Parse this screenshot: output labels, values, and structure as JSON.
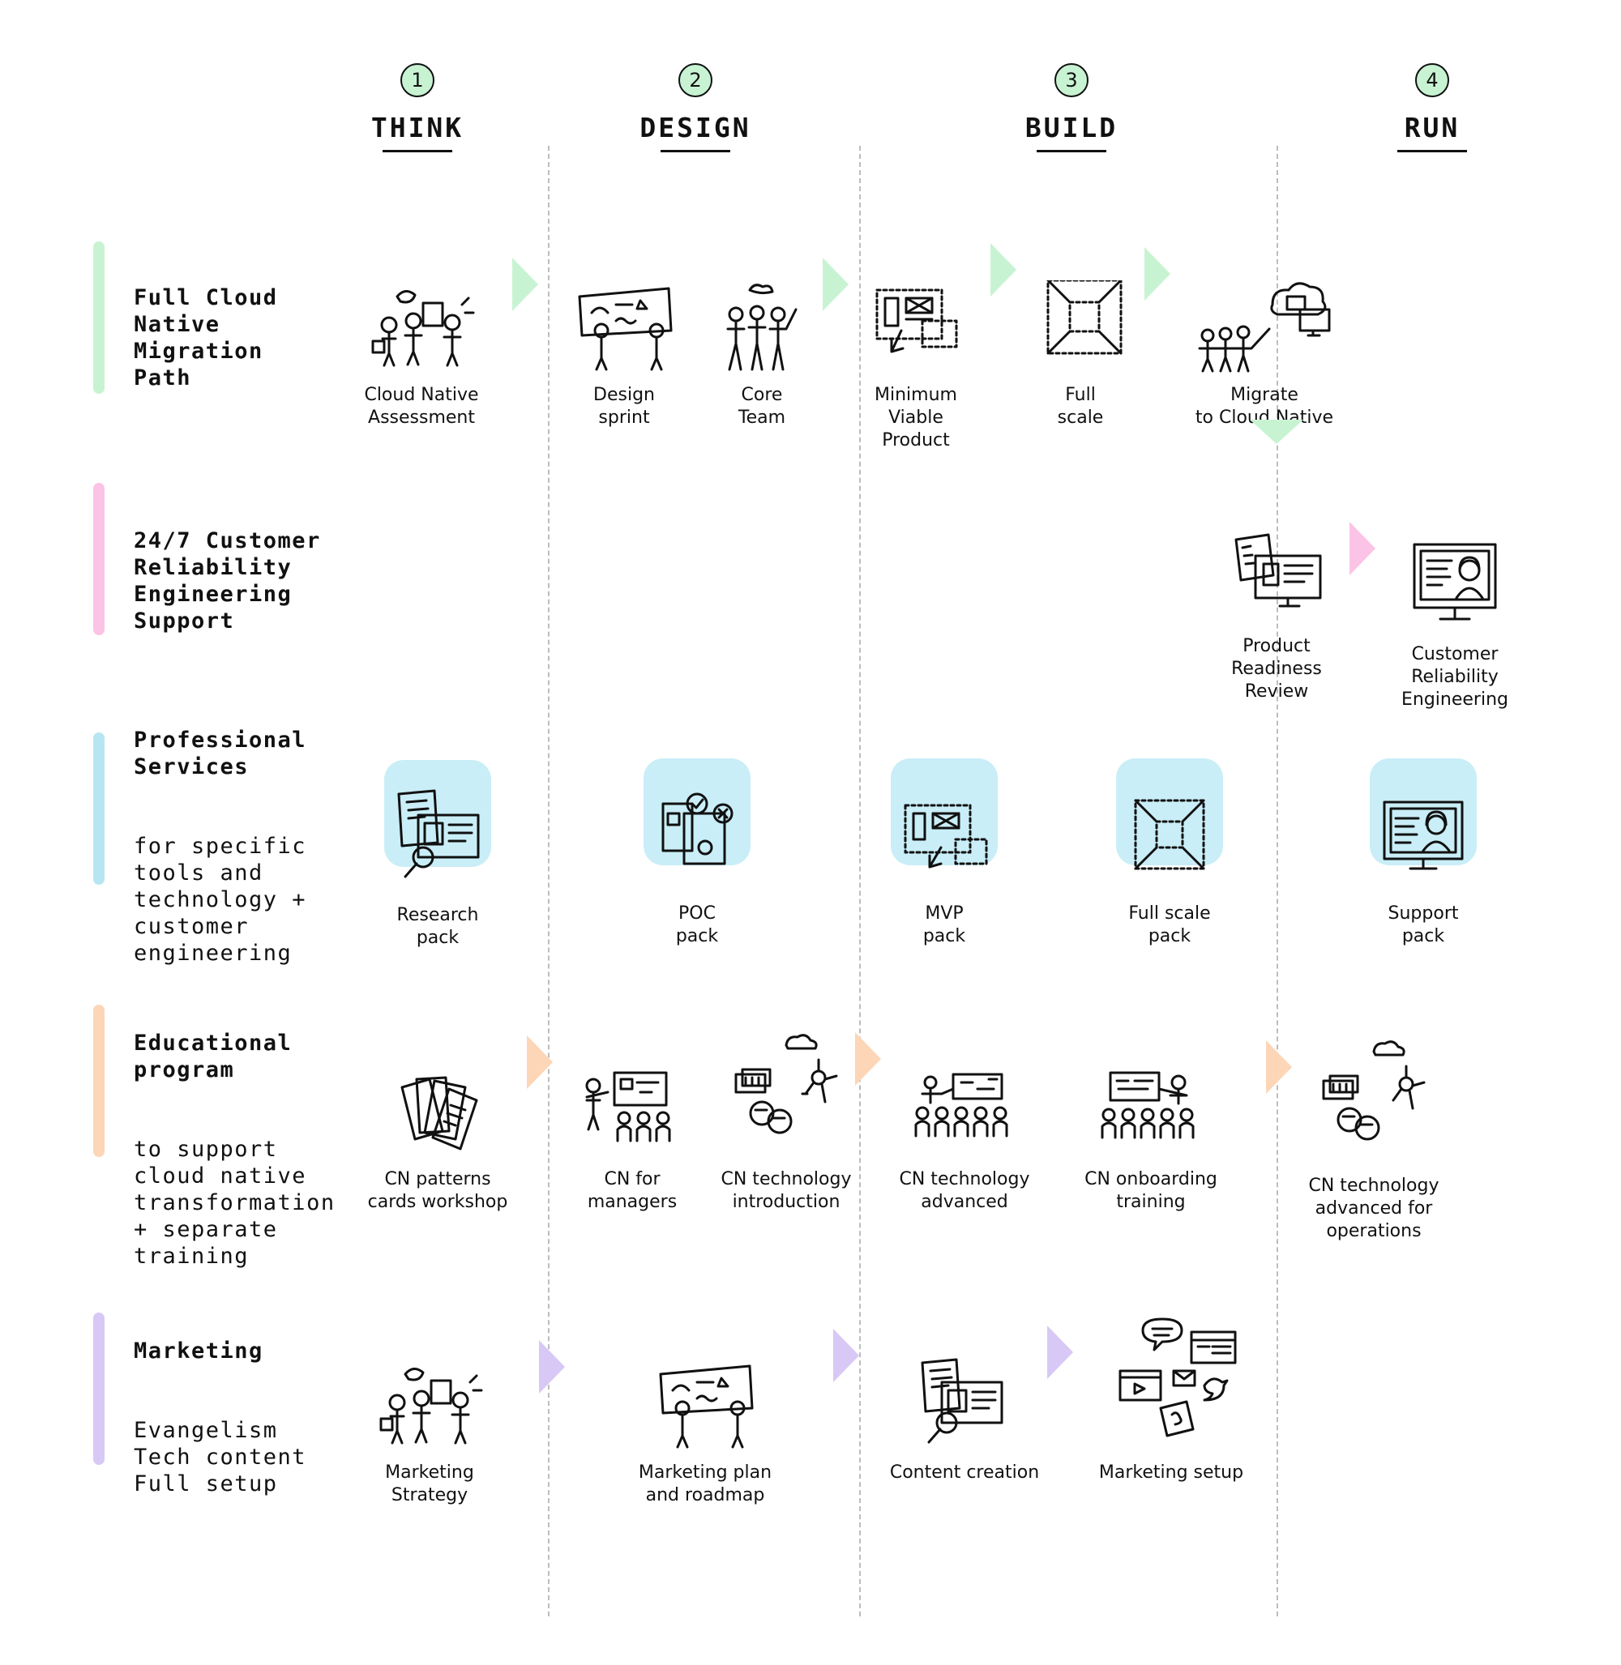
{
  "phases": [
    {
      "num": "1",
      "title": "THINK"
    },
    {
      "num": "2",
      "title": "DESIGN"
    },
    {
      "num": "3",
      "title": "BUILD"
    },
    {
      "num": "4",
      "title": "RUN"
    }
  ],
  "colors": {
    "green": "#c8f3d2",
    "pink": "#fbc3e5",
    "blue": "#b7e6f2",
    "orange": "#fcd6b7",
    "purple": "#d8c8f6",
    "tile": "#c9eef7"
  },
  "rows": [
    {
      "title": "Full Cloud\nNative\nMigration\nPath",
      "subtitle": ""
    },
    {
      "title": "24/7 Customer\nReliability\nEngineering\nSupport",
      "subtitle": ""
    },
    {
      "title": "Professional\nServices",
      "subtitle": "for specific\ntools and\ntechnology +\ncustomer\nengineering"
    },
    {
      "title": "Educational\nprogram",
      "subtitle": "to support\ncloud native\ntransformation\n+ separate\ntraining"
    },
    {
      "title": "Marketing",
      "subtitle": "Evangelism\nTech content\nFull setup"
    }
  ],
  "migration": [
    {
      "label": "Cloud Native\nAssessment",
      "icon": "team-meeting-icon"
    },
    {
      "label": "Design\nsprint",
      "icon": "whiteboard-icon"
    },
    {
      "label": "Core\nTeam",
      "icon": "team-icon"
    },
    {
      "label": "Minimum\nViable\nProduct",
      "icon": "mvp-wireframe-icon"
    },
    {
      "label": "Full\nscale",
      "icon": "full-scale-icon"
    },
    {
      "label": "Migrate\nto Cloud Native",
      "icon": "cloud-migration-icon"
    }
  ],
  "support": [
    {
      "label": "Product\nReadiness\nReview",
      "icon": "documents-review-icon"
    },
    {
      "label": "Customer\nReliability\nEngineering",
      "icon": "support-monitor-icon"
    }
  ],
  "services": [
    {
      "label": "Research\npack",
      "icon": "research-icon"
    },
    {
      "label": "POC\npack",
      "icon": "poc-icon"
    },
    {
      "label": "MVP\npack",
      "icon": "mvp-icon"
    },
    {
      "label": "Full scale\npack",
      "icon": "full-scale-icon"
    },
    {
      "label": "Support\npack",
      "icon": "support-monitor-icon"
    }
  ],
  "education": [
    {
      "label": "CN patterns\ncards workshop",
      "icon": "cards-icon"
    },
    {
      "label": "CN for\nmanagers",
      "icon": "presentation-icon"
    },
    {
      "label": "CN technology\nintroduction",
      "icon": "tech-icon"
    },
    {
      "label": "CN technology\nadvanced",
      "icon": "classroom-icon"
    },
    {
      "label": "CN onboarding\ntraining",
      "icon": "training-icon"
    },
    {
      "label": "CN technology\nadvanced for\noperations",
      "icon": "devops-icon"
    }
  ],
  "marketing": [
    {
      "label": "Marketing\nStrategy",
      "icon": "team-meeting-icon"
    },
    {
      "label": "Marketing plan\nand roadmap",
      "icon": "whiteboard-icon"
    },
    {
      "label": "Content creation",
      "icon": "research-icon"
    },
    {
      "label": "Marketing setup",
      "icon": "media-icon"
    }
  ]
}
